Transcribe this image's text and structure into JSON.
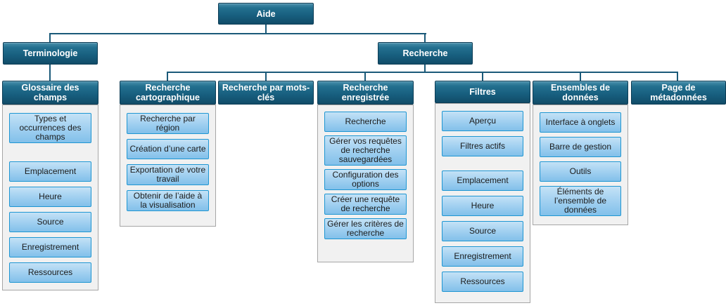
{
  "diagram": {
    "root": "Aide",
    "branches": {
      "terminologie": "Terminologie",
      "recherche": "Recherche"
    }
  },
  "columns": {
    "glossaire": {
      "header": "Glossaire des champs",
      "items": [
        "Types et occurrences des champs",
        "Emplacement",
        "Heure",
        "Source",
        "Enregistrement",
        "Ressources"
      ]
    },
    "cartographique": {
      "header": "Recherche cartographique",
      "items": [
        "Recherche par région",
        "Création d’une carte",
        "Exportation de votre travail",
        "Obtenir de l’aide à la visualisation"
      ]
    },
    "mots_cles": {
      "header": "Recherche par mots-clés",
      "items": []
    },
    "enregistree": {
      "header": "Recherche enregistrée",
      "items": [
        "Recherche",
        "Gérer vos requêtes de recherche sauvegardées",
        "Configuration des options",
        "Créer une requête de recherche",
        "Gérer les critères de recherche"
      ]
    },
    "filtres": {
      "header": "Filtres",
      "items": [
        "Aperçu",
        "Filtres actifs",
        "Emplacement",
        "Heure",
        "Source",
        "Enregistrement",
        "Ressources"
      ]
    },
    "ensembles": {
      "header": "Ensembles de données",
      "items": [
        "Interface à onglets",
        "Barre de gestion",
        "Outils",
        "Éléments de l’ensemble de données"
      ]
    },
    "metadonnees": {
      "header": "Page de métadonnées",
      "items": []
    }
  },
  "colors": {
    "line": "#1b5a79",
    "header_border": "#0c3c55",
    "item_border": "#1e96d2",
    "container_bg": "#f1f1f1",
    "container_border": "#a6a6a6",
    "item_text": "#1b1b1b",
    "header_text": "#ffffff"
  }
}
